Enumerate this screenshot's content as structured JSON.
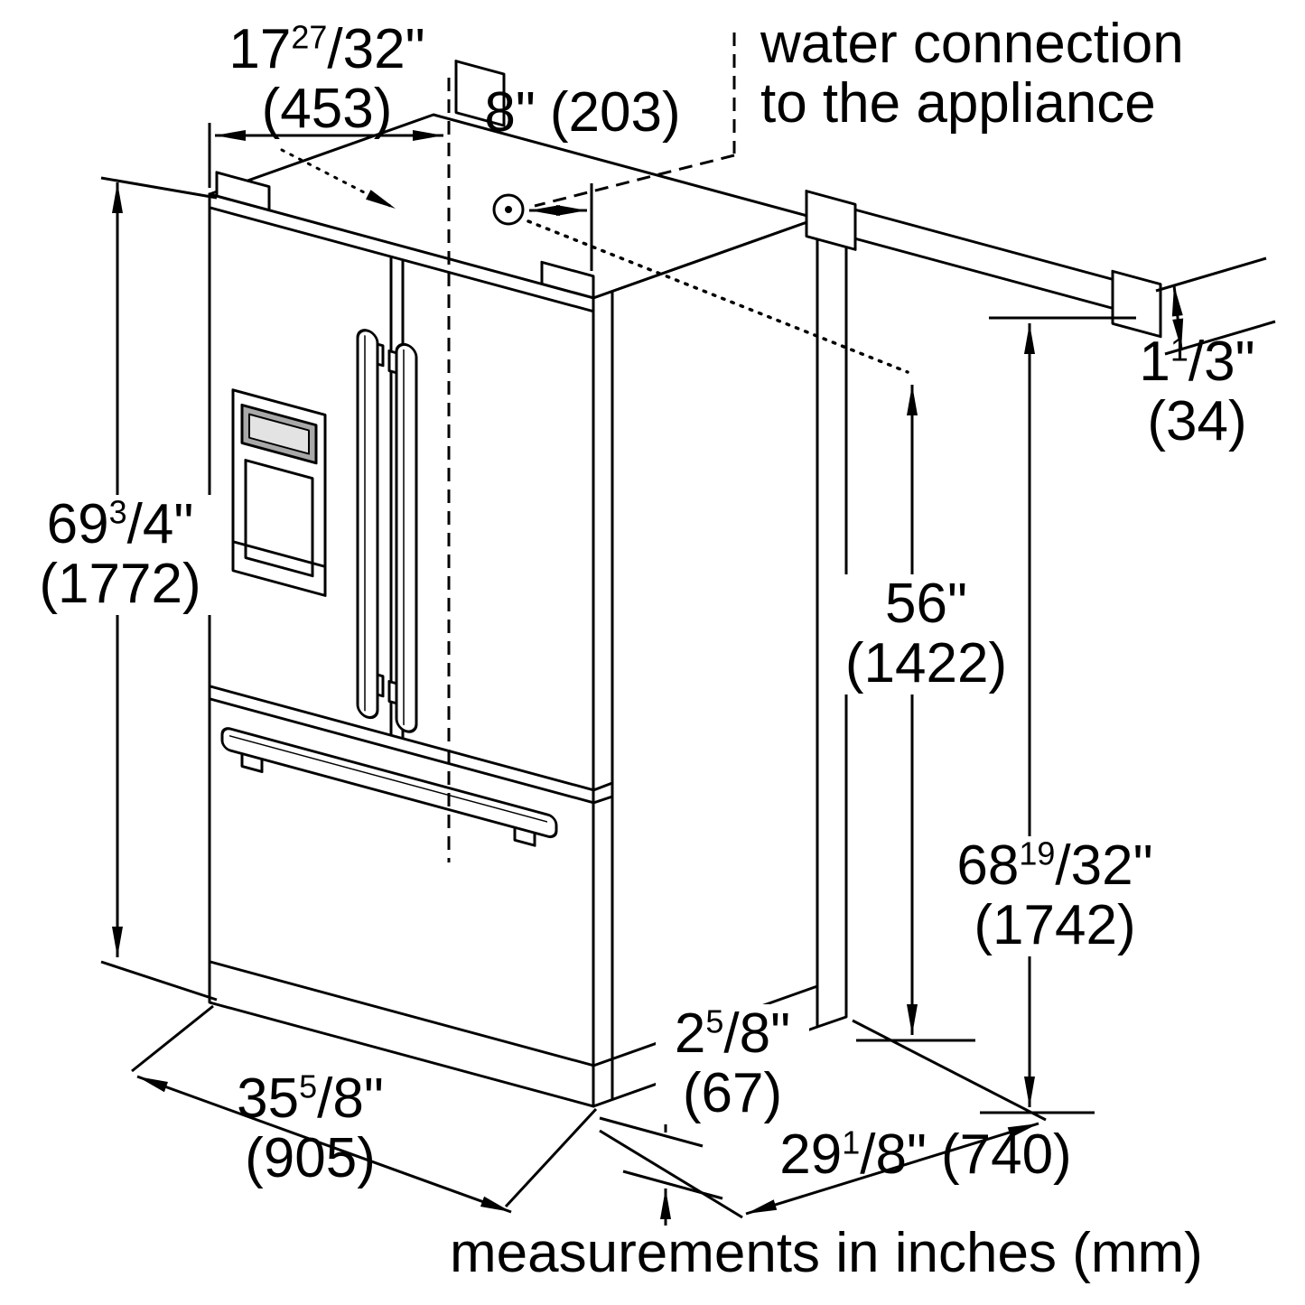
{
  "labels": {
    "water_line1": "water connection",
    "water_line2": "to the appliance",
    "footer": "measurements in inches (mm)"
  },
  "dims": {
    "door_depth": {
      "whole": "17",
      "num": "27",
      "slash": "/",
      "den": "32",
      "unit": "\"",
      "mm": "(453)"
    },
    "water_offset": {
      "whole": "8",
      "num": "",
      "slash": "",
      "den": "",
      "unit": "\"",
      "mm": "(203)"
    },
    "top_clearance": {
      "whole": "1",
      "num": "1",
      "slash": "/",
      "den": "3",
      "unit": "\"",
      "mm": "(34)"
    },
    "total_height": {
      "whole": "69",
      "num": "3",
      "slash": "/",
      "den": "4",
      "unit": "\"",
      "mm": "(1772)"
    },
    "opening_height": {
      "whole": "56",
      "num": "",
      "slash": "",
      "den": "",
      "unit": "\"",
      "mm": "(1422)"
    },
    "enclosure_height": {
      "whole": "68",
      "num": "19",
      "slash": "/",
      "den": "32",
      "unit": "\"",
      "mm": "(1742)"
    },
    "base_clearance": {
      "whole": "2",
      "num": "5",
      "slash": "/",
      "den": "8",
      "unit": "\"",
      "mm": "(67)"
    },
    "width": {
      "whole": "35",
      "num": "5",
      "slash": "/",
      "den": "8",
      "unit": "\"",
      "mm": "(905)"
    },
    "depth": {
      "whole": "29",
      "num": "1",
      "slash": "/",
      "den": "8",
      "unit": "\"",
      "mm": "(740)"
    }
  }
}
